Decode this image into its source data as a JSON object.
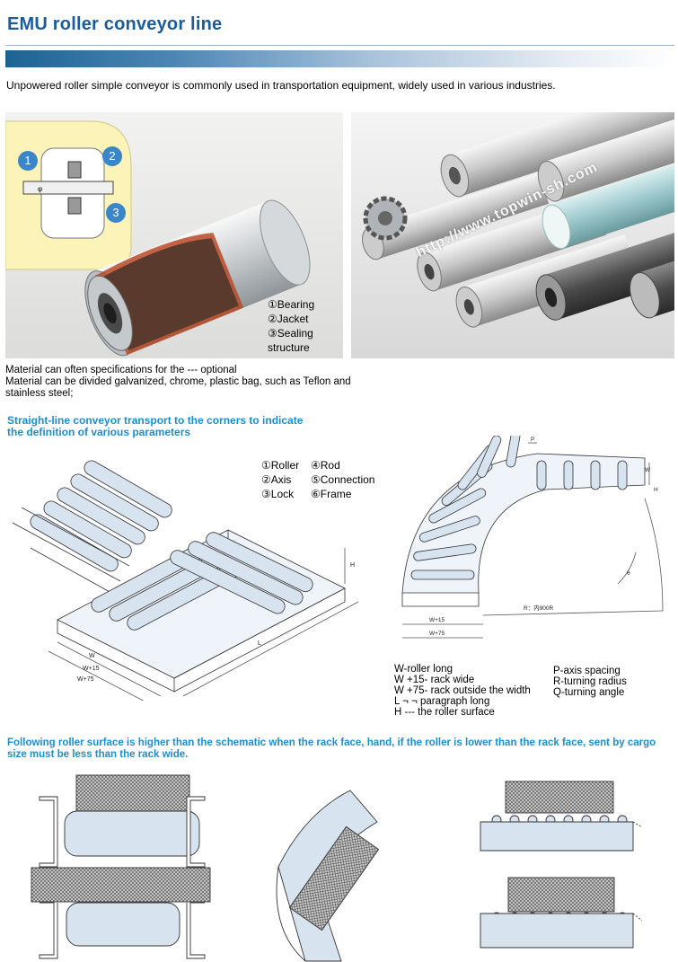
{
  "header": {
    "title": "EMU roller conveyor line",
    "intro": "Unpowered roller simple conveyor is commonly used in transportation equipment, widely used in various industries."
  },
  "photo_left": {
    "callouts": [
      "1",
      "2",
      "3"
    ],
    "legend": [
      {
        "num": "①",
        "text": "Bearing"
      },
      {
        "num": "②",
        "text": "Jacket"
      },
      {
        "num": "③",
        "text": "Sealing structure"
      }
    ]
  },
  "photo_right": {
    "watermark": "http://www.topwin-sh.com"
  },
  "material_note": {
    "line1": "Material can often specifications for the --- optional",
    "line2": "Material can be divided galvanized, chrome, plastic bag, such as Teflon and stainless steel;"
  },
  "section2": {
    "heading": "Straight-line conveyor transport to the corners to indicate the definition of various parameters",
    "parts": [
      {
        "num": "①",
        "text": "Roller"
      },
      {
        "num": "④",
        "text": "Rod"
      },
      {
        "num": "②",
        "text": "Axis"
      },
      {
        "num": "⑤",
        "text": "Connection"
      },
      {
        "num": "③",
        "text": "Lock"
      },
      {
        "num": "⑥",
        "text": "Frame"
      }
    ],
    "dim_labels": {
      "h": "H",
      "w": "W",
      "w15": "W+15",
      "w75": "W+75",
      "l": "L",
      "p": "P",
      "r": "R：内900R",
      "theta": "θ"
    },
    "params_left": [
      "W-roller long",
      "W +15- rack wide",
      "W +75- rack outside the width",
      "L ¬ ¬ paragraph long",
      "H --- the roller surface"
    ],
    "params_right": [
      "P-axis spacing",
      "R-turning radius",
      "Q-turning angle"
    ]
  },
  "section3": {
    "heading": "Following roller surface is higher than the schematic when the rack face, hand, if the roller is lower than the rack face, sent by cargo size must be less than the rack wide."
  },
  "colors": {
    "title": "#1a5c9c",
    "heading": "#1a8fd0",
    "roller_fill": "#d7e4ef",
    "cargo_fill": "#bbbbbb"
  }
}
